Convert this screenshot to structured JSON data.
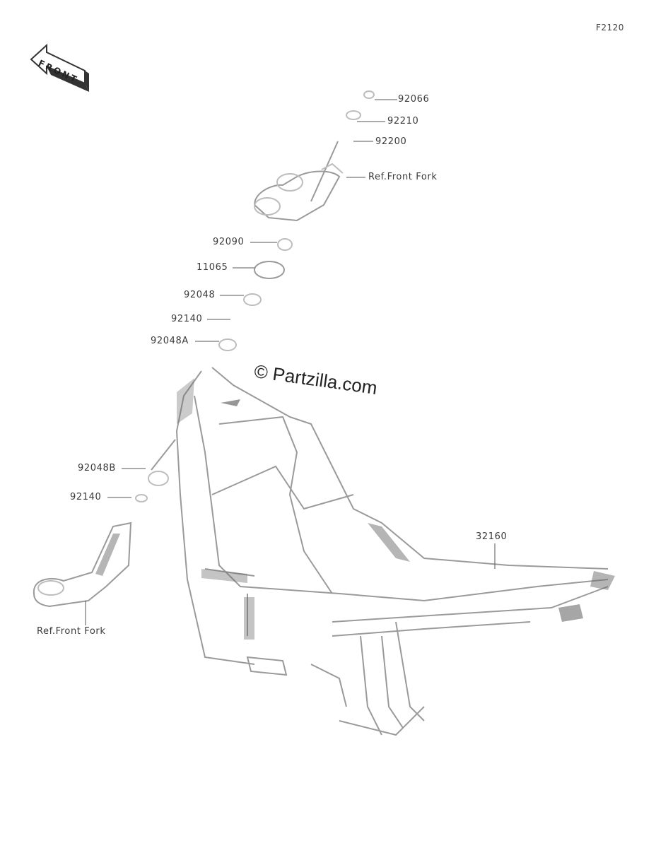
{
  "figure_id": "F2120",
  "front_label": "FRONT",
  "watermark": "© Partzilla.com",
  "callouts": [
    {
      "id": "c-92066",
      "text": "92066"
    },
    {
      "id": "c-92210",
      "text": "92210"
    },
    {
      "id": "c-92200",
      "text": "92200"
    },
    {
      "id": "c-ref-top",
      "text": "Ref.Front Fork"
    },
    {
      "id": "c-92090",
      "text": "92090"
    },
    {
      "id": "c-11065",
      "text": "11065"
    },
    {
      "id": "c-92048",
      "text": "92048"
    },
    {
      "id": "c-92140",
      "text": "92140"
    },
    {
      "id": "c-92048A",
      "text": "92048A"
    },
    {
      "id": "c-92048B",
      "text": "92048B"
    },
    {
      "id": "c-92140b",
      "text": "92140"
    },
    {
      "id": "c-32160",
      "text": "32160"
    },
    {
      "id": "c-ref-bot",
      "text": "Ref.Front Fork"
    }
  ],
  "colors": {
    "line": "#555555",
    "part": "#bdbdbd",
    "text": "#3a3a3a"
  }
}
